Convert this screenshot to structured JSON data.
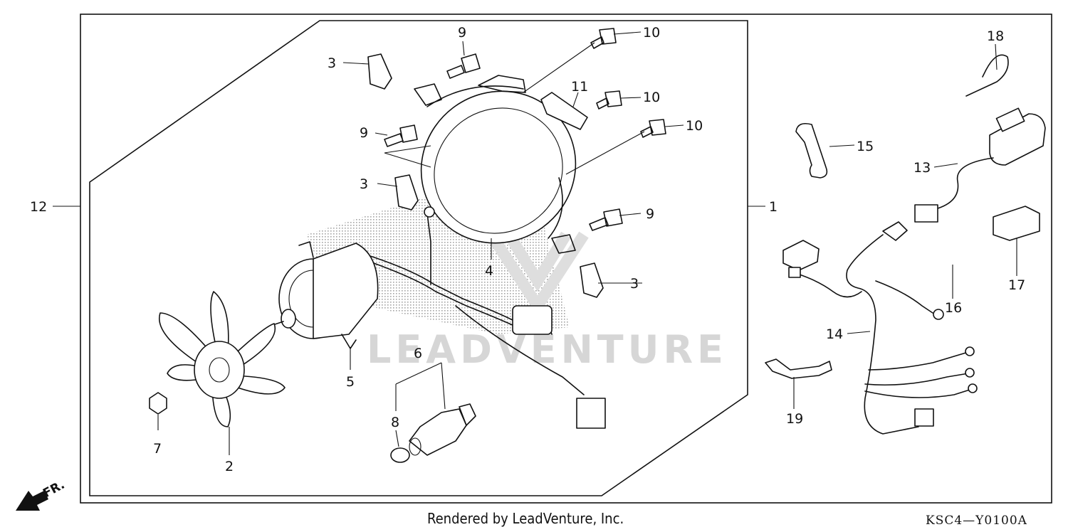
{
  "callouts": {
    "c1": "1",
    "c2": "2",
    "c3a": "3",
    "c3b": "3",
    "c3c": "3",
    "c4": "4",
    "c5": "5",
    "c6": "6",
    "c7": "7",
    "c8": "8",
    "c9a": "9",
    "c9b": "9",
    "c9c": "9",
    "c10a": "10",
    "c10b": "10",
    "c10c": "10",
    "c11": "11",
    "c12": "12",
    "c13": "13",
    "c14": "14",
    "c15": "15",
    "c16": "16",
    "c17": "17",
    "c18": "18",
    "c19": "19"
  },
  "watermark": {
    "text": "LEADVENTURE"
  },
  "footer": {
    "credit": "Rendered by LeadVenture, Inc.",
    "code": "KSC4—Y0100A"
  },
  "direction": {
    "label": "FR."
  }
}
